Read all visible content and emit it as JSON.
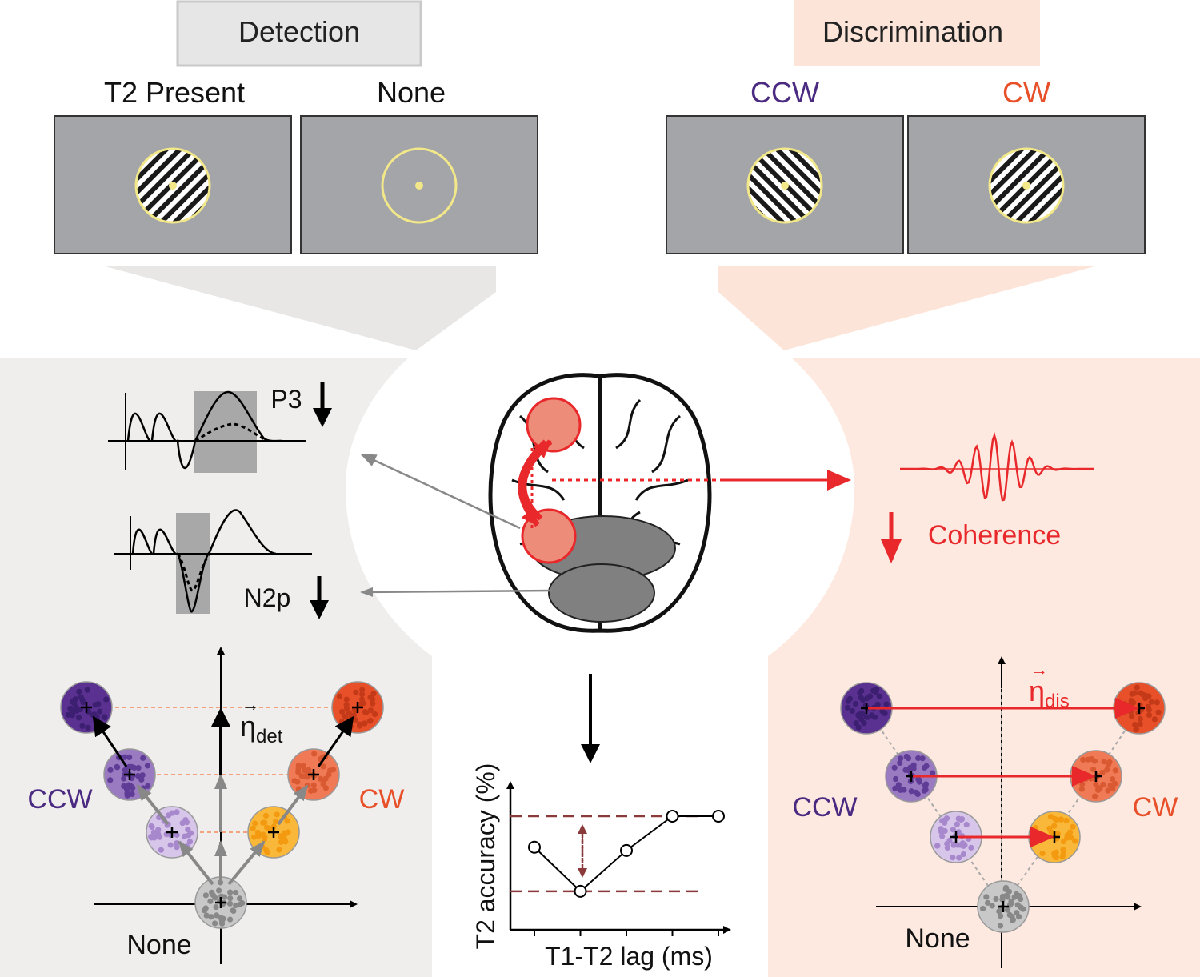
{
  "detection": {
    "title": "Detection",
    "panels": [
      "T2 Present",
      "None"
    ],
    "erp_p3_label": "P3",
    "erp_n2p_label": "N2p",
    "vector_label": "η",
    "vector_sub": "det",
    "space_labels": {
      "left": "CCW",
      "right": "CW",
      "bottom": "None"
    }
  },
  "discrimination": {
    "title": "Discrimination",
    "panels": [
      "CCW",
      "CW"
    ],
    "coherence_label": "Coherence",
    "vector_label": "η",
    "vector_sub": "dis",
    "space_labels": {
      "left": "CCW",
      "right": "CW",
      "bottom": "None"
    }
  },
  "chart_data": {
    "type": "line",
    "xlabel": "T1-T2 lag (ms)",
    "ylabel": "T2 accuracy (%)",
    "x": [
      1,
      2,
      3,
      4,
      5
    ],
    "values": [
      0.62,
      0.08,
      0.58,
      1.0,
      1.0
    ],
    "reference_lines": [
      1.0,
      0.08
    ]
  },
  "colors": {
    "ccw": "#4b2a82",
    "cw": "#e8502a",
    "arrow_red": "#e8282a",
    "panel_gray": "#a4a5a8",
    "det_bg": "#efeeed",
    "dis_bg": "#fde9e0",
    "dashed_line": "#8a3a3a",
    "yellow": "#f2e88a"
  }
}
